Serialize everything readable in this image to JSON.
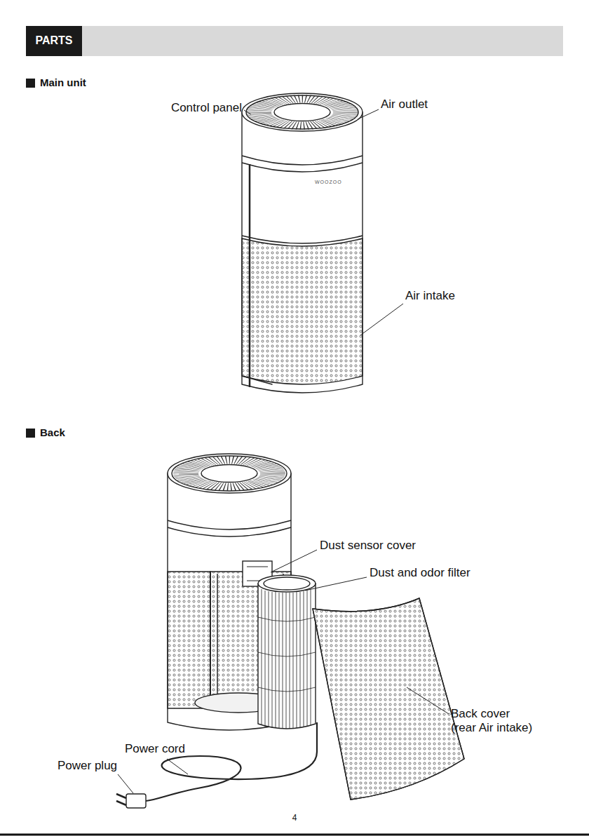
{
  "diagram": {
    "title": "PARTS",
    "labels": [
      "Main unit",
      "Control panel",
      "Air outlet",
      "WOOZOO",
      "Air intake",
      "Back",
      "Dust sensor cover",
      "Dust and odor filter",
      "Back cover (rear Air intake)",
      "Power cord",
      "Power plug",
      "4"
    ]
  }
}
